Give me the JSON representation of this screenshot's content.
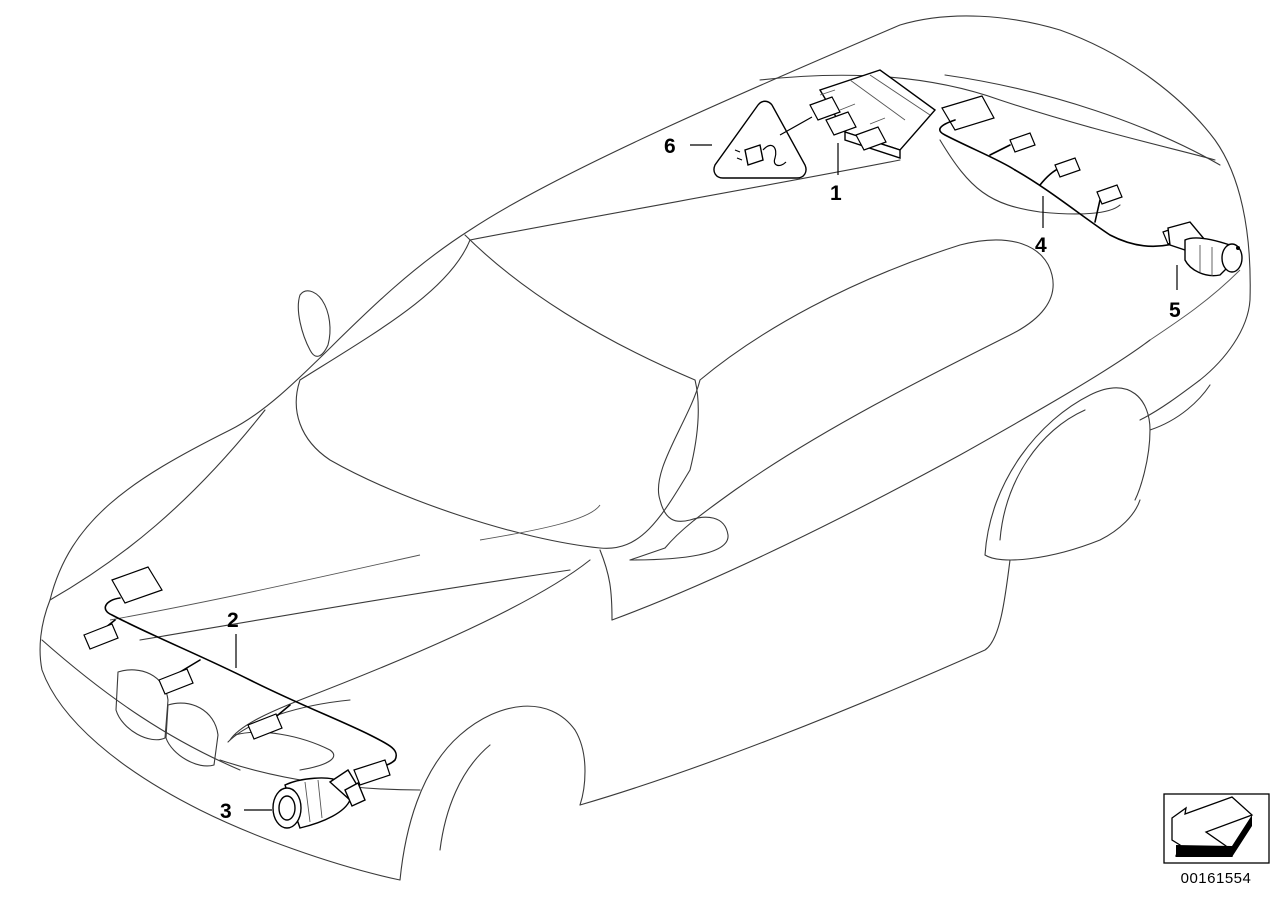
{
  "diagram": {
    "callouts": {
      "c1": "1",
      "c2": "2",
      "c3": "3",
      "c4": "4",
      "c5": "5",
      "c6": "6"
    },
    "catalog_number": "00161554",
    "icons": [
      "car-outline-icon",
      "warning-triangle-connector-icon",
      "orientation-arrow-icon"
    ]
  }
}
